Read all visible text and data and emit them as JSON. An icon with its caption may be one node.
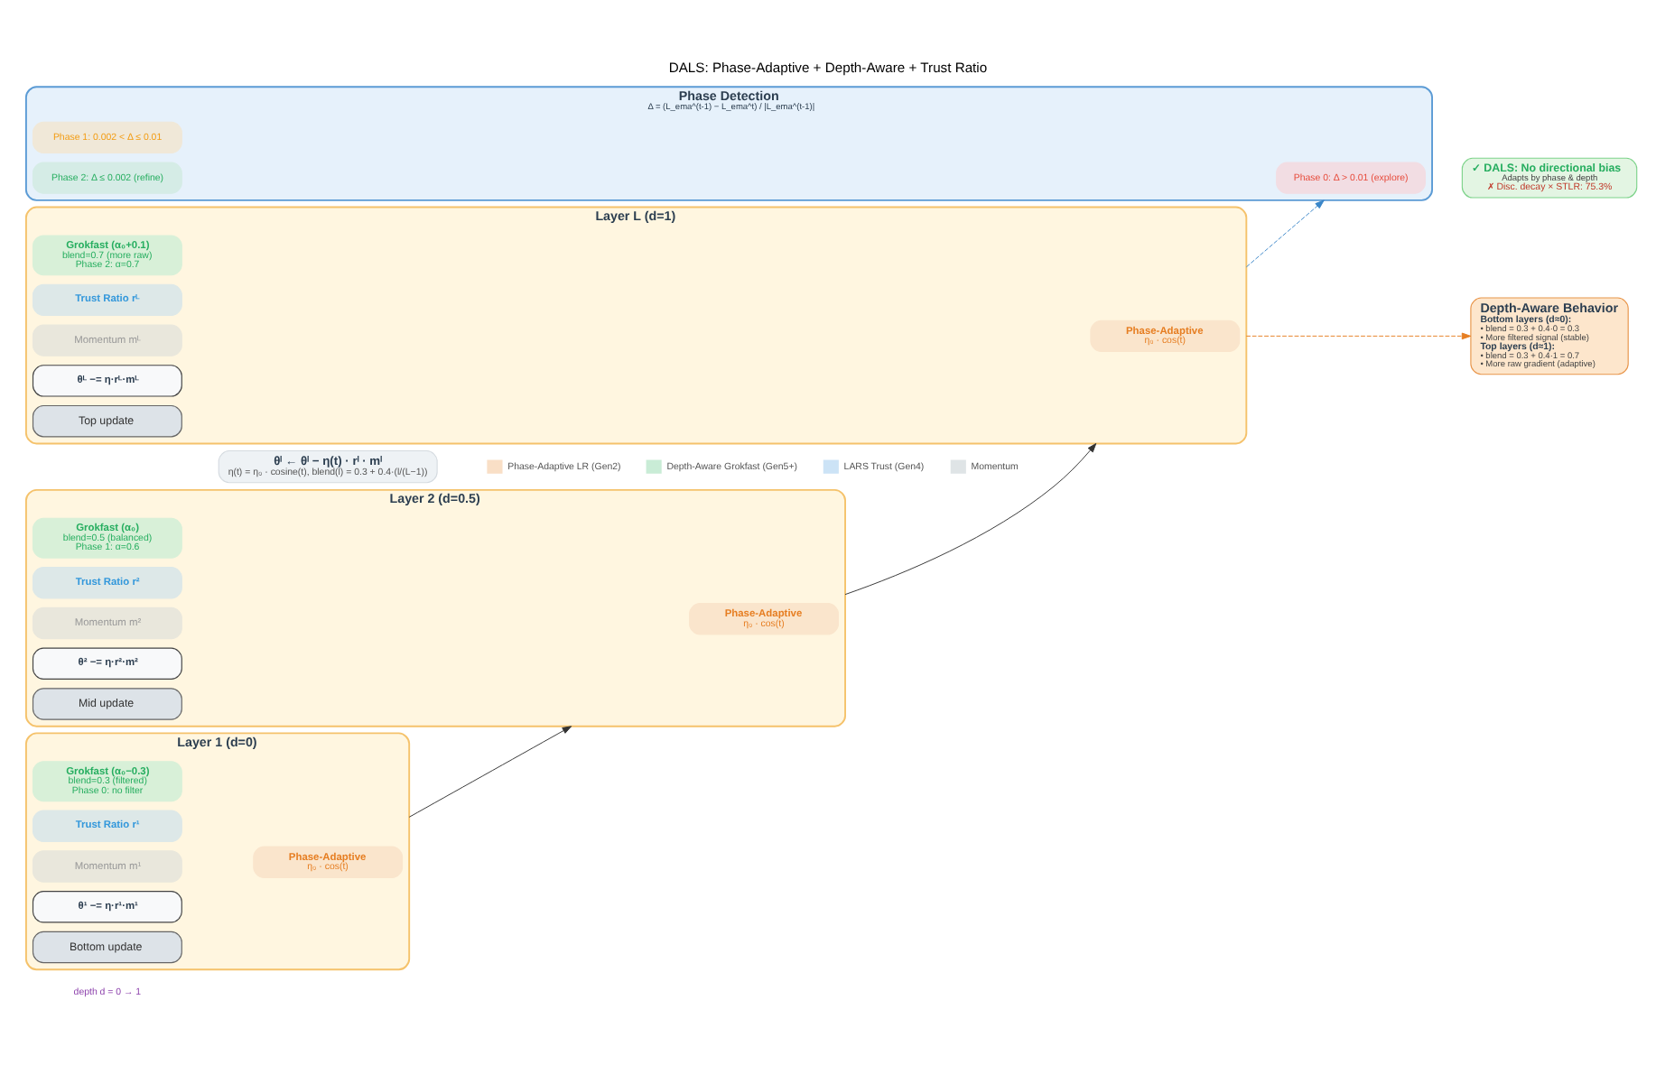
{
  "diagram": {
    "title": "DALS: Phase-Adaptive + Depth-Aware + Trust Ratio",
    "nodes": [
      {
        "text": [
          "Layer 1 (d=0)"
        ]
      },
      {
        "text": [
          "Phase-Adaptive",
          "η₀ · cos(t)"
        ],
        "in": 0
      },
      {
        "text": [
          "Grokfast (α₀−0.3)",
          "blend=0.3 (filtered)",
          "Phase 0: no filter"
        ],
        "in": 0
      },
      {
        "text": [
          "Trust Ratio r¹"
        ],
        "in": 0
      },
      {
        "text": [
          "Momentum m¹"
        ],
        "in": 0
      },
      {
        "text": [
          "θ¹ −= η·r¹·m¹"
        ],
        "in": 0
      },
      {
        "text": [
          "Bottom update"
        ],
        "in": 0
      },
      {
        "text": [
          "Layer 2 (d=0.5)"
        ]
      },
      {
        "text": [
          "Phase-Adaptive",
          "η₀ · cos(t)"
        ],
        "in": 7
      },
      {
        "text": [
          "Grokfast (α₀)",
          "blend=0.5 (balanced)",
          "Phase 1: α=0.6"
        ],
        "in": 7
      },
      {
        "text": [
          "Trust Ratio r²"
        ],
        "in": 7
      },
      {
        "text": [
          "Momentum m²"
        ],
        "in": 7
      },
      {
        "text": [
          "θ² −= η·r²·m²"
        ],
        "in": 7
      },
      {
        "text": [
          "Mid update"
        ],
        "in": 7
      },
      {
        "text": [
          "Layer L (d=1)"
        ]
      },
      {
        "text": [
          "Phase-Adaptive",
          "η₀ · cos(t)"
        ],
        "in": 14
      },
      {
        "text": [
          "Grokfast (α₀+0.1)",
          "blend=0.7 (more raw)",
          "Phase 2: α=0.7"
        ],
        "in": 14
      },
      {
        "text": [
          "Trust Ratio rᴸ"
        ],
        "in": 14
      },
      {
        "text": [
          "Momentum mᴸ"
        ],
        "in": 14
      },
      {
        "text": [
          "θᴸ −= η·rᴸ·mᴸ"
        ],
        "in": 14
      },
      {
        "text": [
          "Top update"
        ],
        "in": 14
      },
      {
        "text": [
          "Phase Detection",
          "Δ = (L_ema^(t-1) − L_ema^t) / |L_ema^(t-1)|"
        ]
      },
      {
        "text": [
          "Phase 0: Δ > 0.01 (explore)"
        ],
        "in": 21
      },
      {
        "text": [
          "Phase 1: 0.002 < Δ ≤ 0.01"
        ],
        "in": 21
      },
      {
        "text": [
          "Phase 2: Δ ≤ 0.002 (refine)"
        ],
        "in": 21
      },
      {
        "text": [
          "Depth-Aware Behavior",
          "Bottom layers (d≈0):",
          "• blend = 0.3 + 0.4·0 = 0.3",
          "• More filtered signal (stable)",
          "Top layers (d≈1):",
          "• blend = 0.3 + 0.4·1 = 0.7",
          "• More raw gradient (adaptive)"
        ]
      },
      {
        "text": [
          "✓ DALS: No directional bias",
          "Adapts by phase & depth",
          "✗ Disc. decay × STLR: 75.3%"
        ]
      },
      {
        "text": [
          "θˡ ← θˡ − η(t) · rˡ · mˡ",
          "η(t) = η₀ · cosine(t), blend(l) = 0.3 + 0.4·(l/(L−1))"
        ]
      }
    ],
    "edges": [
      {
        "from": 0,
        "to": 7,
        "arrow": "to"
      },
      {
        "from": 7,
        "to": 14,
        "arrow": "to"
      },
      {
        "from": 14,
        "to": 21,
        "arrow": "to",
        "style": "dashed",
        "color": "#3a86c8"
      },
      {
        "from": 14,
        "to": 25,
        "arrow": "to",
        "style": "dashed",
        "color": "#e67e22"
      }
    ],
    "labels": [
      "depth d = 0 → 1"
    ],
    "legend": [
      {
        "text": "Phase-Adaptive LR (Gen2)",
        "color": "#f9dfc6"
      },
      {
        "text": "Depth-Aware Grokfast (Gen5+)",
        "color": "#c9ecd6"
      },
      {
        "text": "LARS Trust (Gen4)",
        "color": "#cce3f6"
      },
      {
        "text": "Momentum",
        "color": "#dfe4e6"
      }
    ]
  }
}
